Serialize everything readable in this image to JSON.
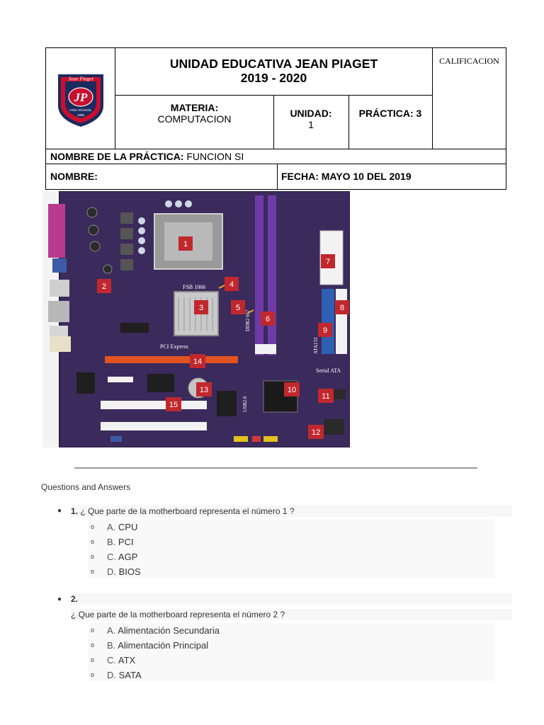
{
  "header": {
    "school_line1": "UNIDAD EDUCATIVA JEAN PIAGET",
    "school_line2": "2019 - 2020",
    "calificacion": "CALIFICACION",
    "materia_label": "MATERIA:",
    "materia_value": "COMPUTACION",
    "unidad_label": "UNIDAD:",
    "unidad_value": "1",
    "practica": "PRÁCTICA: 3",
    "nombre_practica_label": "NOMBRE DE LA PRÁCTICA:",
    "nombre_practica_value": "FUNCION SI",
    "nombre_label": "NOMBRE:",
    "fecha": "FECHA: MAYO 10 DEL 2019"
  },
  "logo": {
    "top_text": "Jean Piaget",
    "monogram": "JP",
    "bottom_text": "HIGH SCHOOL",
    "est": "1985"
  },
  "motherboard": {
    "labels": [
      "1",
      "2",
      "3",
      "4",
      "5",
      "6",
      "7",
      "8",
      "9",
      "10",
      "11",
      "12",
      "13",
      "14",
      "15"
    ],
    "silkscreen": {
      "fsb": "FSB 1066",
      "ddr": "DDR2 667",
      "pcie": "PCI Express",
      "sata": "Serial ATA",
      "ata": "ATA133",
      "usb": "USB2.0"
    }
  },
  "qa": {
    "section_title": "Questions and Answers",
    "q1": {
      "number": "1.",
      "text": "¿ Que parte de la motherboard representa el número 1 ?",
      "options": [
        {
          "letter": "A.",
          "text": "CPU"
        },
        {
          "letter": "B.",
          "text": "PCI"
        },
        {
          "letter": "C.",
          "text": "AGP"
        },
        {
          "letter": "D.",
          "text": "BIOS"
        }
      ]
    },
    "q2": {
      "number": "2.",
      "text": "¿ Que parte de la motherboard representa el número 2 ?",
      "options": [
        {
          "letter": "A.",
          "text": "Alimentación Secundaria"
        },
        {
          "letter": "B.",
          "text": "Alimentación Principal"
        },
        {
          "letter": "C.",
          "text": "ATX"
        },
        {
          "letter": "D.",
          "text": "SATA"
        }
      ]
    }
  },
  "colors": {
    "logo_red": "#c8102e",
    "logo_navy": "#1d2a5e",
    "board_purple": "#3b2a5c",
    "label_red": "#c0282d",
    "separator": "#9a9a9a"
  }
}
